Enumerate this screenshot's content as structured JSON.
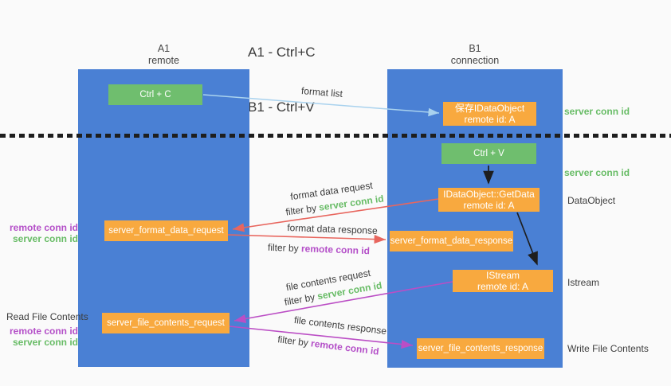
{
  "title": {
    "line1": "A1 - Ctrl+C",
    "line2": "B1 - Ctrl+V"
  },
  "lifelines": {
    "a1": {
      "name": "A1",
      "role": "remote"
    },
    "b1": {
      "name": "B1",
      "role": "connection"
    }
  },
  "nodes": {
    "ctrl_c": {
      "label": "Ctrl + C"
    },
    "ctrl_v": {
      "label": "Ctrl + V"
    },
    "save_idataobject": {
      "line1": "保存IDataObject",
      "line2": "remote id: A"
    },
    "idataobject_getdata": {
      "line1": "IDataObject::GetData",
      "line2": "remote id: A"
    },
    "istream": {
      "line1": "IStream",
      "line2": "remote id: A"
    },
    "server_format_data_request": {
      "label": "server_format_data_request"
    },
    "server_format_data_response": {
      "label": "server_format_data_response"
    },
    "server_file_contents_request": {
      "label": "server_file_contents_request"
    },
    "server_file_contents_response": {
      "label": "server_file_contents_response"
    }
  },
  "edge_labels": {
    "format_list": "format list",
    "format_data_request": "format data request",
    "format_data_response": "format data response",
    "file_contents_request": "file contents request",
    "file_contents_response": "file contents response",
    "filter_by": "filter by",
    "server_conn_id": "server conn id",
    "remote_conn_id": "remote conn id"
  },
  "side_labels": {
    "server_conn_id": "server conn id",
    "remote_conn_id": "remote conn id",
    "dataobject": "DataObject",
    "istream": "Istream",
    "read_file_contents": "Read File Contents",
    "write_file_contents": "Write File Contents"
  },
  "colors": {
    "lifeline_blue": "#4a80d4",
    "node_green": "#6fbe6e",
    "node_orange": "#f8a93f",
    "arrow_blue": "#a9d2ee",
    "arrow_red": "#e8665e",
    "arrow_purple": "#bb4ec5",
    "arrow_black": "#1e1e1e",
    "text_green": "#68bc66",
    "text_purple": "#b44fc8",
    "text_dark": "#3d3d3d"
  }
}
